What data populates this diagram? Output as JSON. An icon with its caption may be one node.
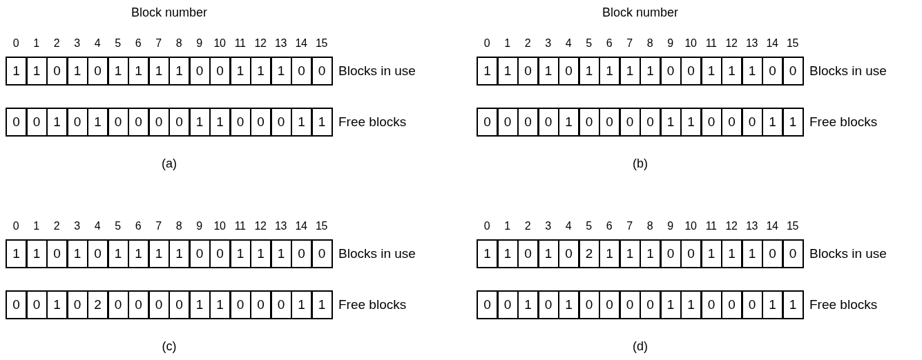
{
  "diagram": {
    "labels": [
      "Block number",
      "Block number",
      "0",
      "1",
      "2",
      "3",
      "4",
      "5",
      "6",
      "7",
      "8",
      "9",
      "10",
      "11",
      "12",
      "13",
      "14",
      "15",
      "1",
      "1",
      "0",
      "1",
      "0",
      "1",
      "1",
      "1",
      "1",
      "0",
      "0",
      "1",
      "1",
      "1",
      "0",
      "0",
      "Blocks in use",
      "0",
      "0",
      "1",
      "0",
      "1",
      "0",
      "0",
      "0",
      "0",
      "1",
      "1",
      "0",
      "0",
      "0",
      "1",
      "1",
      "Free blocks",
      "(a)",
      "0",
      "1",
      "2",
      "3",
      "4",
      "5",
      "6",
      "7",
      "8",
      "9",
      "10",
      "11",
      "12",
      "13",
      "14",
      "15",
      "1",
      "1",
      "0",
      "1",
      "0",
      "1",
      "1",
      "1",
      "1",
      "0",
      "0",
      "1",
      "1",
      "1",
      "0",
      "0",
      "Blocks in use",
      "0",
      "0",
      "0",
      "0",
      "1",
      "0",
      "0",
      "0",
      "0",
      "1",
      "1",
      "0",
      "0",
      "0",
      "1",
      "1",
      "Free blocks",
      "(b)",
      "0",
      "1",
      "2",
      "3",
      "4",
      "5",
      "6",
      "7",
      "8",
      "9",
      "10",
      "11",
      "12",
      "13",
      "14",
      "15",
      "1",
      "1",
      "0",
      "1",
      "0",
      "1",
      "1",
      "1",
      "1",
      "0",
      "0",
      "1",
      "1",
      "1",
      "0",
      "0",
      "Blocks in use",
      "0",
      "0",
      "1",
      "0",
      "2",
      "0",
      "0",
      "0",
      "0",
      "1",
      "1",
      "0",
      "0",
      "0",
      "1",
      "1",
      "Free blocks",
      "(c)",
      "0",
      "1",
      "2",
      "3",
      "4",
      "5",
      "6",
      "7",
      "8",
      "9",
      "10",
      "11",
      "12",
      "13",
      "14",
      "15",
      "1",
      "1",
      "0",
      "1",
      "0",
      "2",
      "1",
      "1",
      "1",
      "0",
      "0",
      "1",
      "1",
      "1",
      "0",
      "0",
      "Blocks in use",
      "0",
      "0",
      "1",
      "0",
      "1",
      "0",
      "0",
      "0",
      "0",
      "1",
      "1",
      "0",
      "0",
      "0",
      "1",
      "1",
      "Free blocks",
      "(d)"
    ]
  }
}
